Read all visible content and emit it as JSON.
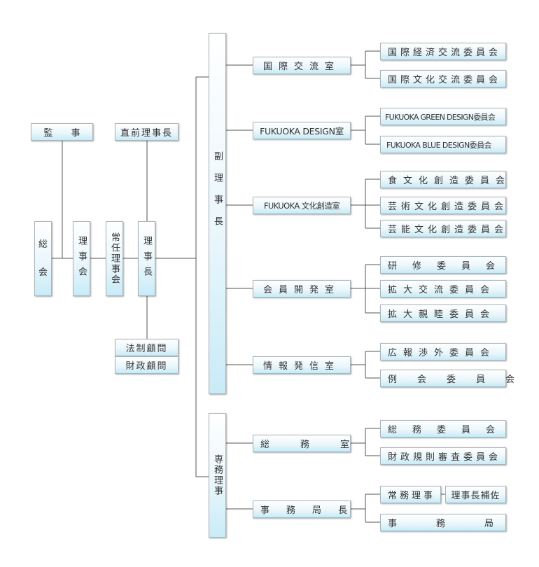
{
  "left": {
    "kanji": "監　　事",
    "zenzen": "直前理事長",
    "sokai": "総\n\n会",
    "rijikai": "理事会",
    "jonin": "常任理事会",
    "rijicho": "理事長",
    "houseikomon": "法制顧問",
    "zaiseikomon": "財政顧問"
  },
  "center": {
    "fukurijicho": "副理事長",
    "jimurijicho": "専務理事"
  },
  "offices": {
    "kokusai": "国際交流室",
    "design": "FUKUOKA DESIGN室",
    "bunka": "FUKUOKA 文化創造室",
    "kaiin": "会員開発室",
    "joho": "情報発信室",
    "somu": "総務室",
    "jimukyoku": "事務局長"
  },
  "committees": {
    "kokusai_keizai": "国際経済交流委員会",
    "kokusai_bunka": "国際文化交流委員会",
    "green": "FUKUOKA GREEN DESIGN委員会",
    "blue": "FUKUOKA BLUE DESIGN委員会",
    "shoku": "食文化創造委員会",
    "geijutsu": "芸術文化創造委員会",
    "geino": "芸能文化創造委員会",
    "kenshu": "研修委員会",
    "kakudai_koryu": "拡大交流委員会",
    "kakudai_shinboku": "拡大親睦委員会",
    "koho": "広報渉外委員会",
    "reikai": "例会委員会",
    "somu_iinkai": "総務委員会",
    "zaisei_kisoku": "財政規則審査委員会",
    "jomu": "常務理事",
    "hosa": "理事長補佐",
    "jimukyoku_box": "事務局"
  },
  "colors": {
    "box_border": "#aab4bb",
    "box_fill_top": "#ffffff",
    "box_fill_bottom": "#c8ebf7",
    "line": "#555555"
  }
}
